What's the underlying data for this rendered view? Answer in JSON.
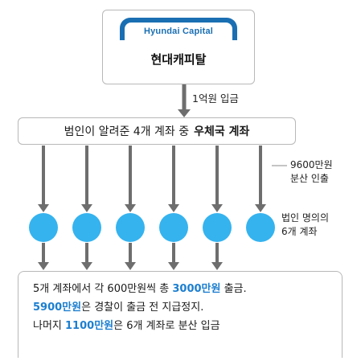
{
  "logo": {
    "brand": "Hyundai Capital",
    "name": "현대캐피탈",
    "color": "#1a6fb3"
  },
  "deposit": {
    "label": "1억원 입금"
  },
  "accounts": {
    "prefix": "범인이 알려준 4개 계좌 중",
    "highlight": "우체국 계좌"
  },
  "withdrawal": {
    "line1": "9600만원",
    "line2": "분산 인출"
  },
  "corporate_accounts": {
    "line1": "법인 명의의",
    "line2": "6개 계좌",
    "count": 6,
    "color": "#35b3ef"
  },
  "summary": {
    "line1": {
      "a": "5개 계좌에서 각 600만원씩 총 ",
      "b": "3000만원",
      "c": " 출금."
    },
    "line2": {
      "a": "5900만원",
      "b": "은 경찰이 출금 전 지급정지."
    },
    "line3": {
      "a": "나머지 ",
      "b": "1100만원",
      "c": "은 6개 계좌로 분산 입금"
    },
    "highlight_color": "#1d7fd0"
  },
  "colors": {
    "arrow": "#6e6e6e",
    "border": "#b8b8b8"
  }
}
